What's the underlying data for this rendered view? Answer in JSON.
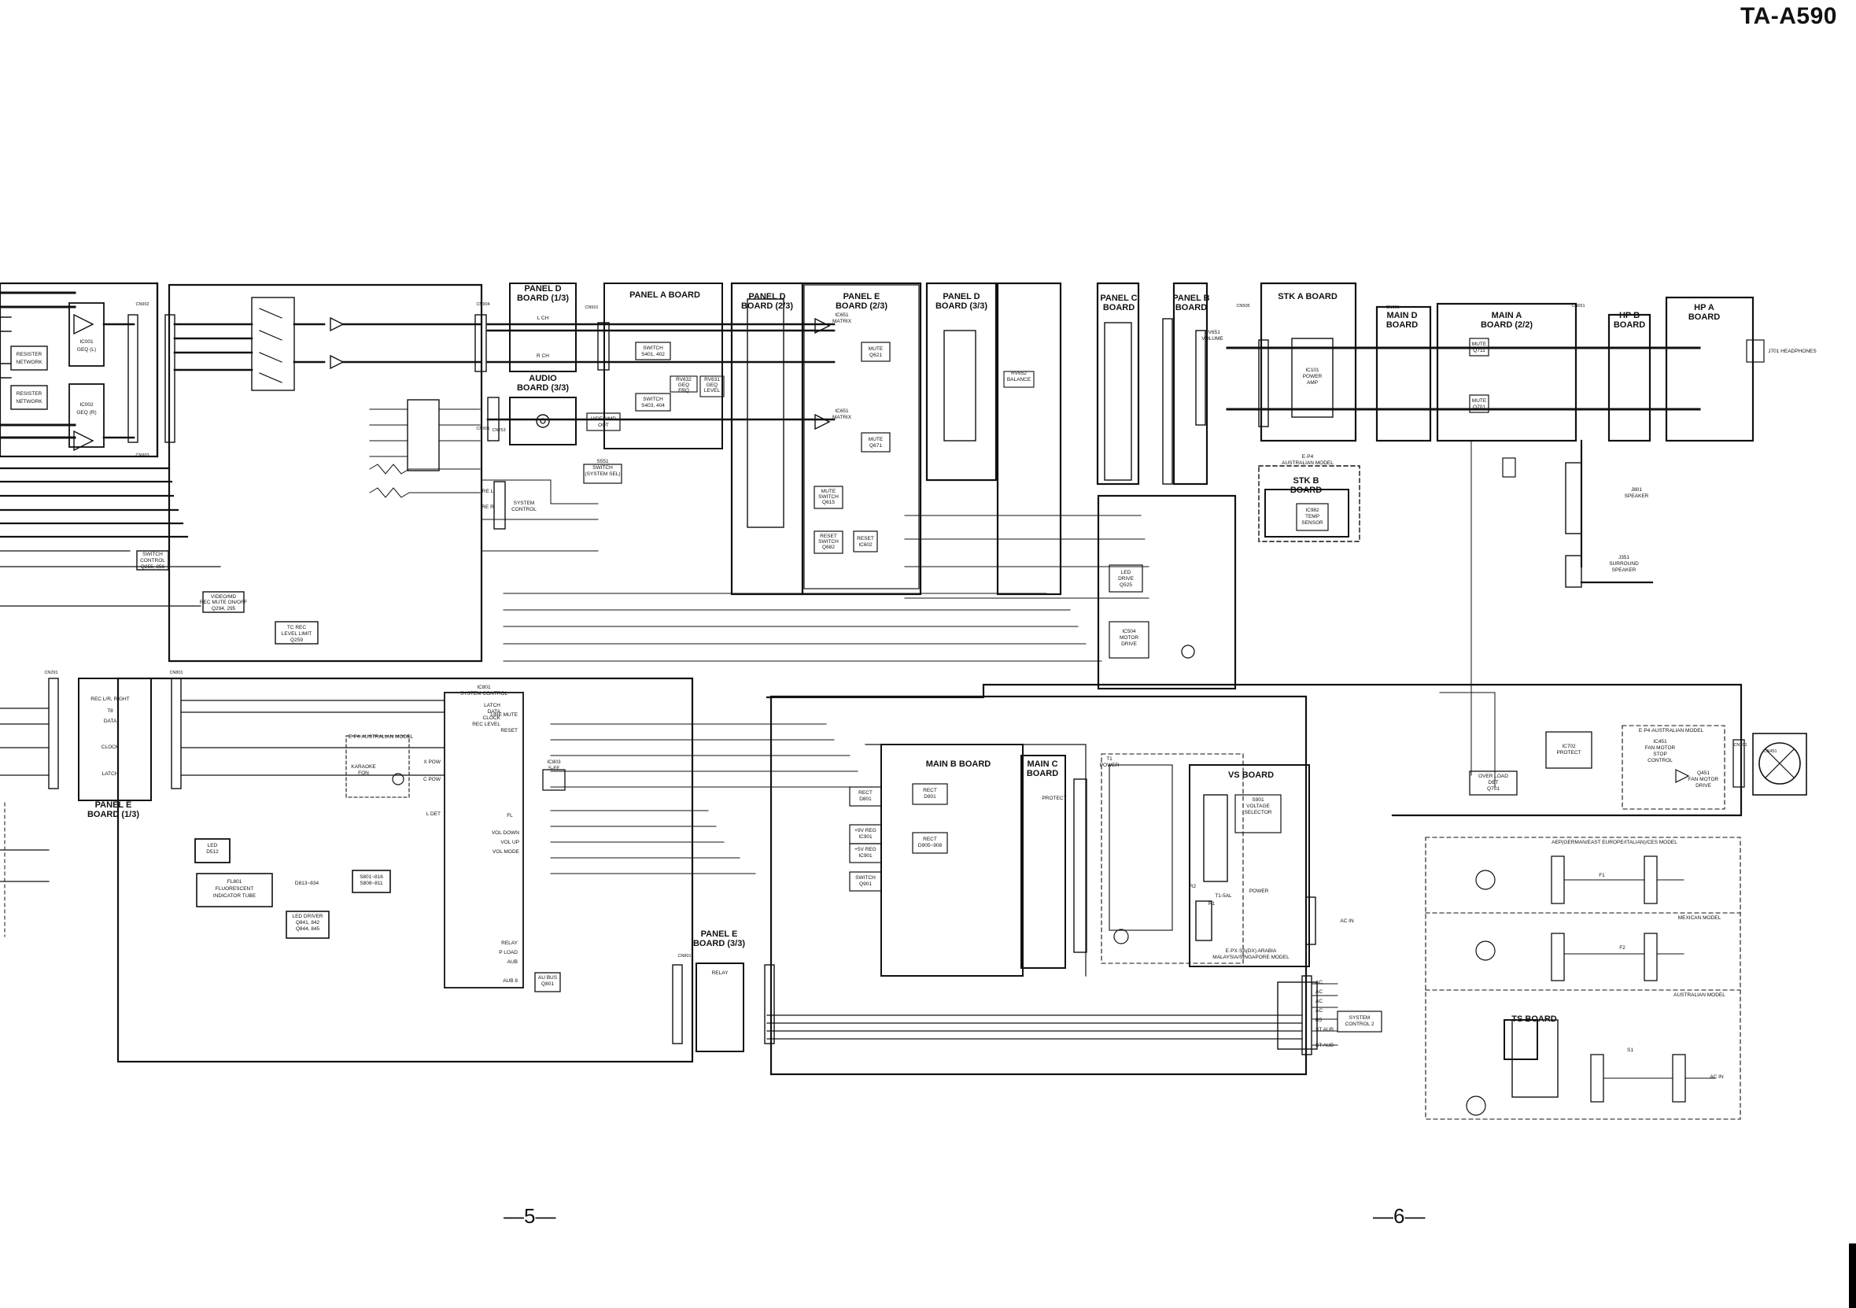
{
  "header": {
    "model": "TA-A590"
  },
  "pages": {
    "left": "—5—",
    "right": "—6—"
  },
  "boards": {
    "panel_d_13": [
      "PANEL D",
      "BOARD (1/3)"
    ],
    "audio_33": [
      "AUDIO",
      "BOARD (3/3)"
    ],
    "panel_a": [
      "PANEL A BOARD"
    ],
    "panel_d_23": [
      "PANEL D",
      "BOARD (2/3)"
    ],
    "panel_e_23": [
      "PANEL E",
      "BOARD (2/3)"
    ],
    "panel_d_33": [
      "PANEL D",
      "BOARD (3/3)"
    ],
    "panel_c": [
      "PANEL C",
      "BOARD"
    ],
    "panel_b": [
      "PANEL B",
      "BOARD"
    ],
    "stk_a": [
      "STK A BOARD"
    ],
    "main_d": [
      "MAIN D",
      "BOARD"
    ],
    "main_a": [
      "MAIN A",
      "BOARD (2/2)"
    ],
    "hp_b": [
      "HP B",
      "BOARD"
    ],
    "hp_a": [
      "HP A",
      "BOARD"
    ],
    "stk_b": [
      "STK B",
      "BOARD"
    ],
    "panel_e_13": [
      "PANEL E",
      "BOARD (1/3)"
    ],
    "panel_e_33": [
      "PANEL E",
      "BOARD (3/3)"
    ],
    "main_b": [
      "MAIN B BOARD"
    ],
    "main_c": [
      "MAIN C",
      "BOARD"
    ],
    "vs": [
      "VS BOARD"
    ],
    "ts": [
      "TS BOARD"
    ]
  },
  "blocks": {
    "resister_net_1": [
      "RESISTER",
      "NETWORK"
    ],
    "resister_net_2": [
      "RESISTER",
      "NETWORK"
    ],
    "ic001": [
      "IC001",
      "GEQ (L)"
    ],
    "ic002": [
      "IC002",
      "GEQ (R)"
    ],
    "switch_control": [
      "SWITCH",
      "CONTROL",
      "Q255, 256"
    ],
    "video_mute": [
      "VIDEO/MD",
      "REC MUTE ON/OFF",
      "Q294, 295"
    ],
    "tc_rec": [
      "TC REC",
      "LEVEL LIMIT",
      "Q259"
    ],
    "sw_401": [
      "SWITCH",
      "S401, 402"
    ],
    "sw_403": [
      "SWITCH",
      "S403, 404"
    ],
    "rv_freq": [
      "RV632",
      "GEQ",
      "FRQ"
    ],
    "rv_level": [
      "RV631",
      "GEQ",
      "LEVEL"
    ],
    "matrix_1": [
      "IC651",
      "MATRIX"
    ],
    "matrix_2": [
      "IC651",
      "MATRIX"
    ],
    "mute_621": [
      "MUTE",
      "Q621"
    ],
    "mute_671": [
      "MUTE",
      "Q671"
    ],
    "mute_sw": [
      "MUTE",
      "SWITCH",
      "Q615"
    ],
    "reset_sw": [
      "RESET",
      "SWITCH",
      "Q682"
    ],
    "reset_ic": [
      "RESET",
      "IC602"
    ],
    "s551": [
      "S551",
      "SWITCH",
      "(SYSTEM SEL)"
    ],
    "led_drive": [
      "LED",
      "DRIVE",
      "Q525"
    ],
    "motor_drive": [
      "IC504",
      "MOTOR",
      "DRIVE"
    ],
    "stk_power": [
      "IC101",
      "POWER",
      "AMP"
    ],
    "temp_sensor": [
      "IC982",
      "TEMP",
      "SENSOR"
    ],
    "mute_q711": [
      "MUTE",
      "Q711"
    ],
    "mute_q701": [
      "MUTE",
      "Q701"
    ],
    "system_control": [
      "IC801",
      "SYSTEM CONTROL"
    ],
    "fl801": [
      "FL801",
      "FLUORESCENT",
      "INDICATOR TUBE"
    ],
    "led_drv": [
      "LED DRIVER",
      "Q841, 842",
      "Q844, 845"
    ],
    "s809": [
      "S801~816",
      "S808~811"
    ],
    "ic803": [
      "IC803",
      "S-FF"
    ],
    "au_bus": [
      "AU BUS",
      "Q801"
    ],
    "rect_1": [
      "RECT",
      "D801"
    ],
    "rect_2": [
      "RECT",
      "D901"
    ],
    "reg_1": [
      "+9V REG",
      "IC901"
    ],
    "reg_2": [
      "+5V REG",
      "IC901"
    ],
    "rect_b": [
      "RECT",
      "D905~908"
    ],
    "switch_b": [
      "SWITCH",
      "Q901"
    ],
    "voltage_sel": [
      "S901",
      "VOLTAGE",
      "SELECTOR"
    ],
    "relay": [
      "RELAY"
    ],
    "fan_drive": [
      "Q451",
      "FAN MOTOR",
      "DRIVE"
    ],
    "fan_stop": [
      "IC451",
      "FAN MOTOR",
      "STOP",
      "CONTROL"
    ],
    "overload": [
      "OVER LOAD",
      "DET",
      "Q701"
    ],
    "protect": [
      "IC702",
      "PROTECT"
    ],
    "led_q512": [
      "LED",
      "D512"
    ],
    "d813": [
      "D813~834"
    ]
  },
  "labels": {
    "video_md_out": [
      "VIDEO/MD",
      "OUT"
    ],
    "system_control_lbl": [
      "SYSTEM",
      "CONTROL"
    ],
    "system_control_2": [
      "SYSTEM",
      "CONTROL 2"
    ],
    "headphones": "J701 HEADPHONES",
    "speaker": [
      "J801",
      "SPEAKER"
    ],
    "surround": [
      "J351",
      "SURROUND",
      "SPEAKER"
    ],
    "volume": [
      "RV651",
      "VOLUME"
    ],
    "balance": [
      "RV652",
      "BALANCE"
    ],
    "ac_in_1": "AC IN",
    "ac_in_2": "AC IN",
    "karaoke": [
      "KARAOKE",
      "FON"
    ],
    "australian_model_1": "E·P4·AUSTRALIAN MODEL",
    "australian_model_2": [
      "E·P4",
      "AUSTRALIAN MODEL"
    ],
    "australian_model_3": "E·P4·AUSTRALIAN MODEL",
    "german_model": "AEP(GERMAN/EAST EUROPE/ITALIAN)/CES MODEL",
    "mexican_model": "MEXICAN MODEL",
    "australian_model_4": "AUSTRALIAN MODEL",
    "malaysia_model": [
      "E·PX·SA(DX) ARABIA",
      "MALAYSIA/SINGAPORE MODEL"
    ],
    "power_t1": [
      "T1",
      "POWER"
    ],
    "cn_labels": [
      "CN902",
      "CN903",
      "CN904",
      "CN901",
      "CN291",
      "CN801",
      "CN253",
      "CN501",
      "CN505",
      "CN601",
      "CN651",
      "CN701",
      "CN801",
      "CN451"
    ],
    "bus_signals": [
      "REC L/R, RIGHT",
      "T8",
      "DATA",
      "CLOCK",
      "LATCH"
    ],
    "micom_pins": [
      "LATCH",
      "DATA",
      "CLOCK",
      "REC LEVEL",
      "LINE MUTE",
      "RESET",
      "VOL DOWN",
      "VOL UP",
      "VOL MODE",
      "X POW",
      "C POW",
      "L DET",
      "RELAY",
      "P LOAD",
      "AUB",
      "AUB 8"
    ],
    "ac_terms": [
      "AC",
      "AC",
      "AC",
      "AC",
      "B5",
      "ST AUB",
      "ST AUB"
    ],
    "misc": [
      "RE L",
      "RE R",
      "L CH",
      "R CH",
      "PROTECT",
      "FL",
      "R1",
      "R2",
      "T1-5AL",
      "POWER",
      "F1",
      "F2",
      "S1"
    ]
  }
}
